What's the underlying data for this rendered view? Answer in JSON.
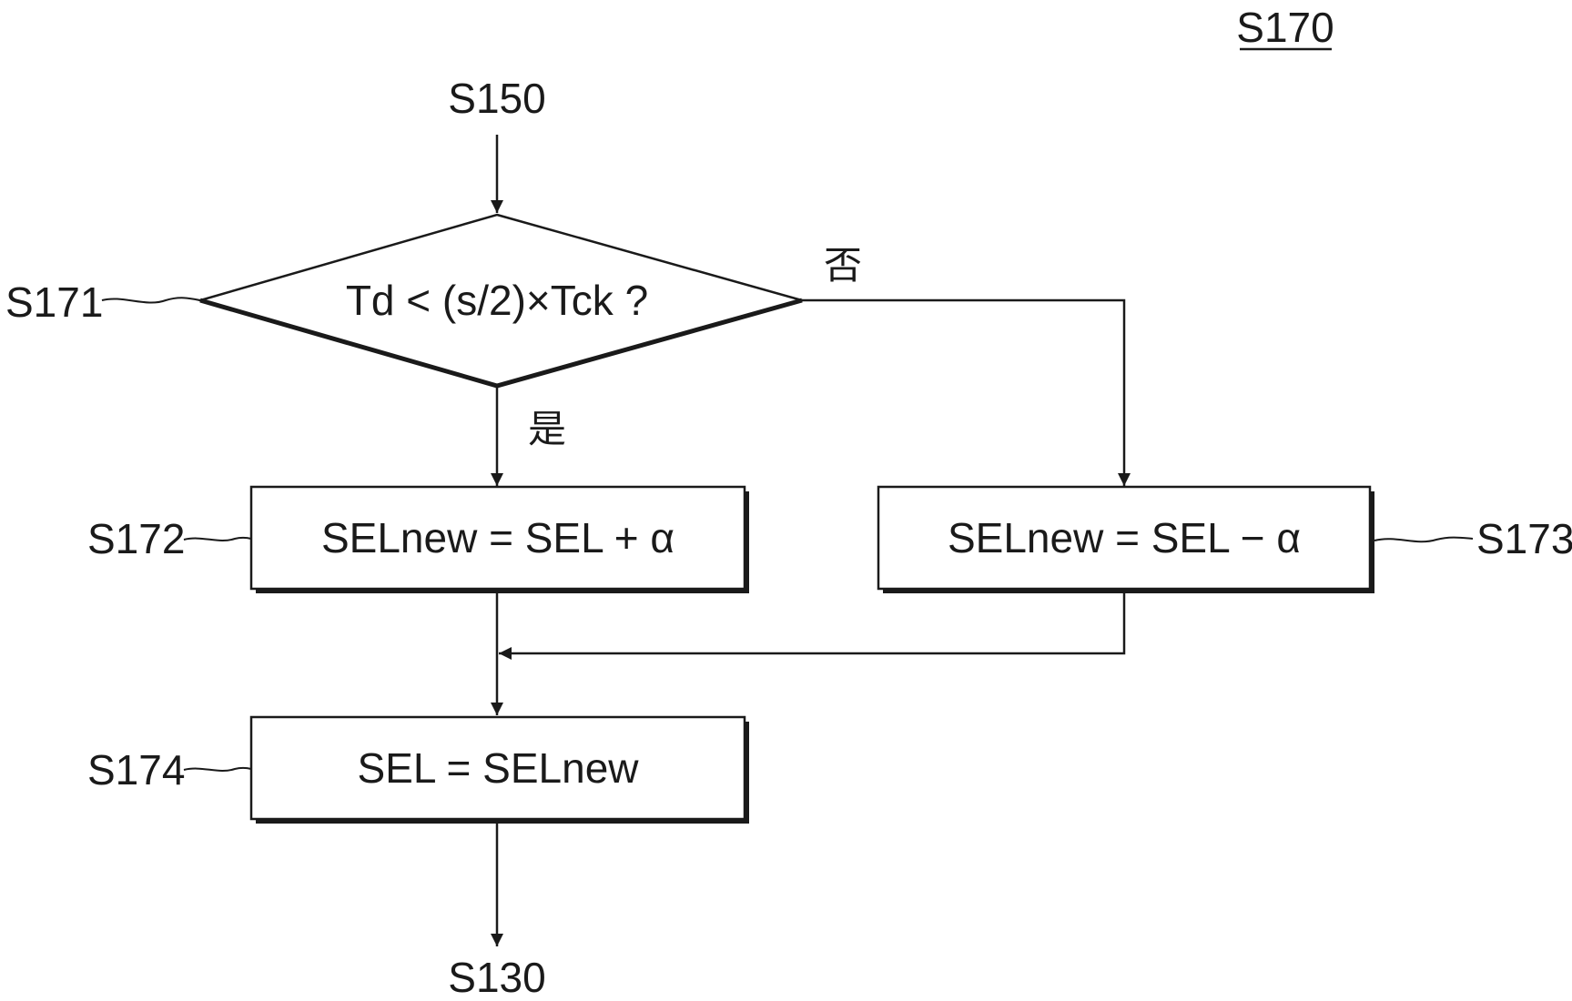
{
  "figure_id": "S170",
  "start_ref": "S150",
  "end_ref": "S130",
  "decision": {
    "ref": "S171",
    "text": "Td < (s/2)×Tck ?",
    "yes_label": "是",
    "no_label": "否"
  },
  "steps": [
    {
      "ref": "S172",
      "text": "SELnew = SEL + α"
    },
    {
      "ref": "S173",
      "text": "SELnew = SEL − α"
    },
    {
      "ref": "S174",
      "text": "SEL = SELnew"
    }
  ]
}
